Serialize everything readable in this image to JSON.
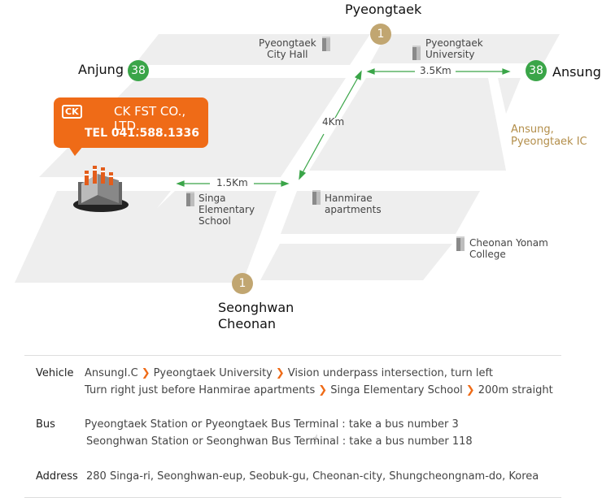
{
  "map": {
    "cities": {
      "top": "Pyeongtaek",
      "left": "Anjung",
      "right": "Ansung",
      "bottom_line1": "Seonghwan",
      "bottom_line2": "Cheonan"
    },
    "routes": {
      "r1_top": "1",
      "r1_bottom": "1",
      "r38_left": "38",
      "r38_right": "38"
    },
    "distances": {
      "east": "3.5Km",
      "diagonal": "4Km",
      "west": "1.5Km"
    },
    "landmarks": {
      "city_hall": "Pyeongtaek\nCity Hall",
      "university": "Pyeongtaek\nUniversity",
      "ic": "Ansung,\nPyeongtaek IC",
      "singa": "Singa\nElementary\nSchool",
      "hanmirae": "Hanmirae\napartments",
      "college": "Cheonan Yonam\nCollege"
    },
    "company": {
      "brand": "CK",
      "name": "CK FST CO., LTD.",
      "tel": "TEL 041.588.1336"
    },
    "colors": {
      "accent": "#ef6b17",
      "road": "#ffffff",
      "block": "#eeeeee",
      "national_route": "#c1a671",
      "provincial_route": "#3aa548",
      "distance_arrow": "#3aa548"
    }
  },
  "directions": {
    "vehicle": {
      "title": "Vehicle",
      "line1": [
        "AnsungI.C",
        "Pyeongtaek University",
        "Vision underpass intersection, turn left"
      ],
      "line2": [
        "Turn right just before Hanmirae apartments",
        "Singa Elementary School",
        "200m straight"
      ]
    },
    "bus": {
      "title": "Bus",
      "line1": "Pyeongtaek Station or Pyeongtaek Bus Terminal : take a bus number 3",
      "line2": "Seonghwan Station or Seonghwan Bus Terminal : take a bus number 118"
    },
    "address": {
      "title": "Address",
      "text": "280 Singa-ri, Seonghwan-eup, Seobuk-gu, Cheonan-city, Shungcheongnam-do, Korea"
    }
  }
}
